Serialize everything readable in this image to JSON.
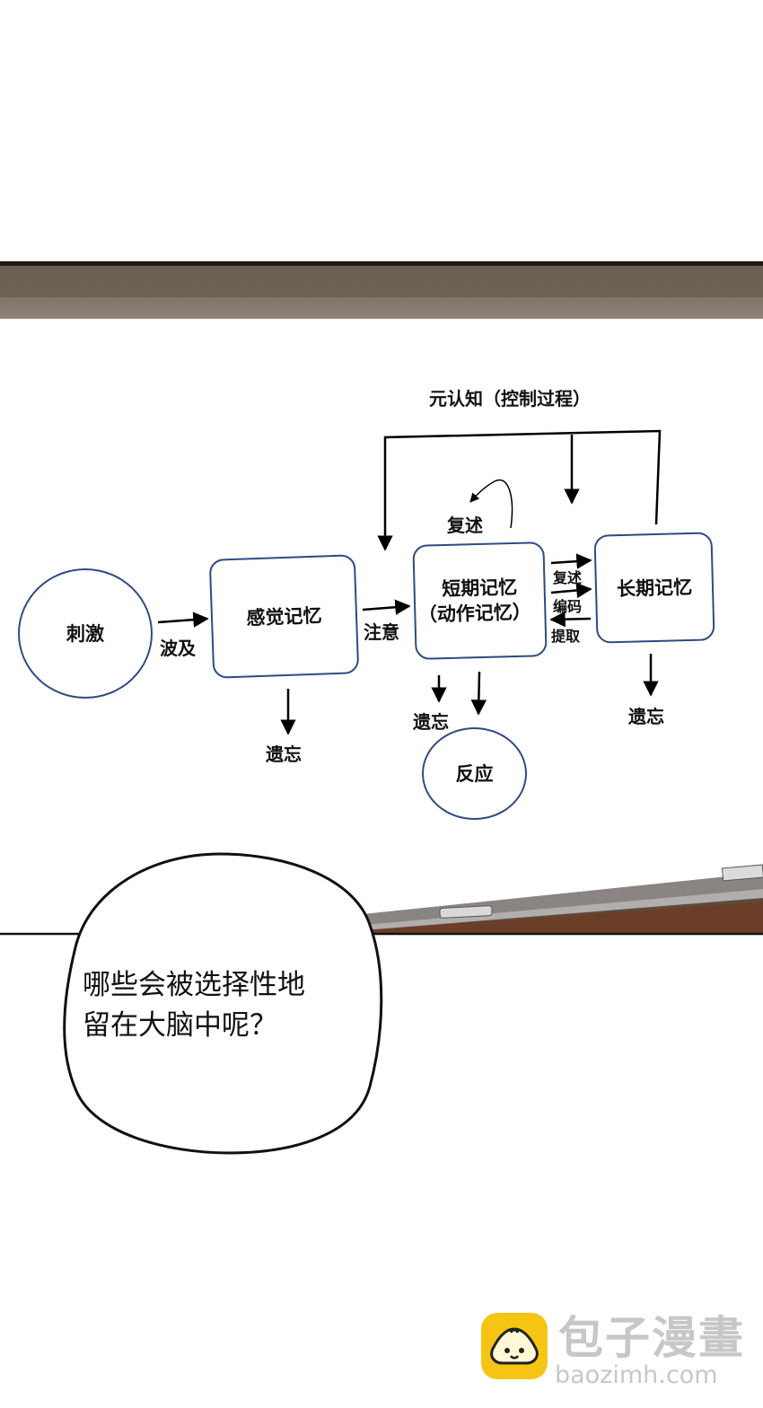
{
  "diagram": {
    "title": "元认知（控制过程）",
    "nodes": {
      "stimulus": "刺激",
      "sensory": "感觉记忆",
      "short_term_line1": "短期记忆",
      "short_term_line2": "（动作记忆）",
      "long_term": "长期记忆",
      "response": "反应"
    },
    "labels": {
      "spread": "波及",
      "attention": "注意",
      "rehearsal_loop": "复述",
      "rehearsal": "复述",
      "encoding": "编码",
      "retrieval": "提取",
      "forget_sensory": "遗忘",
      "forget_short": "遗忘",
      "forget_long": "遗忘"
    },
    "line_color": "#000000",
    "node_border_color": "#2f4b82"
  },
  "speech_bubble": {
    "line1": "哪些会被选择性地",
    "line2": "留在大脑中呢？"
  },
  "watermark": {
    "title": "包子漫畫",
    "url": "baozimh.com",
    "logo_color": "#f6c514"
  }
}
